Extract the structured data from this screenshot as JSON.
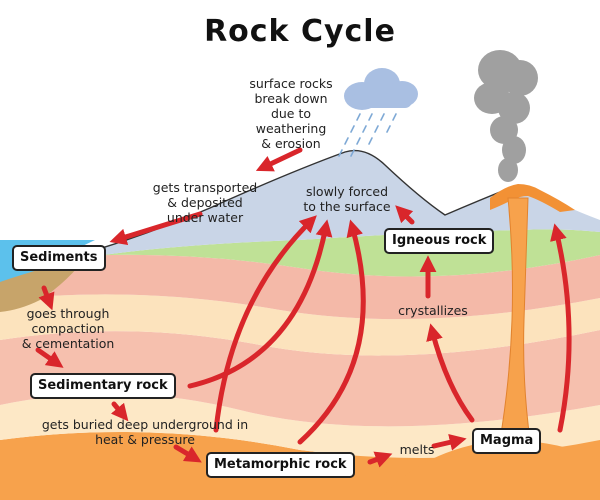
{
  "title": "Rock Cycle",
  "boxes": {
    "sediments": "Sediments",
    "igneous": "Igneous rock",
    "sedimentary": "Sedimentary rock",
    "metamorphic": "Metamorphic rock",
    "magma": "Magma"
  },
  "labels": {
    "weathering": "surface rocks\nbreak down\ndue to\nweathering\n& erosion",
    "transported": "gets transported\n& deposited\nunder water",
    "forced": "slowly forced\nto the surface",
    "compaction": "goes through\ncompaction\n& cementation",
    "crystallizes": "crystallizes",
    "buried": "gets buried deep underground in\nheat & pressure",
    "melts": "melts"
  },
  "colors": {
    "arrow": "#d9262b",
    "sky_water": "#5bc0eb",
    "mountain": "#c8d4e6",
    "green_layer": "#b9df8e",
    "pink_layer": "#f4b9a8",
    "cream_layer": "#fbe3bf",
    "magma": "#f6a04a",
    "smoke": "#9e9e9e",
    "cloud": "#a7bde0"
  }
}
